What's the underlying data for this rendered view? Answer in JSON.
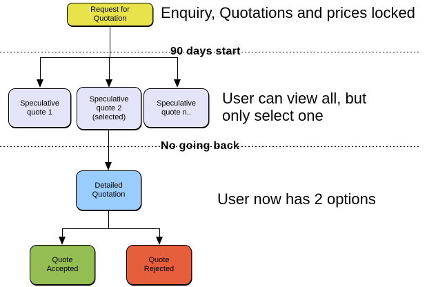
{
  "diagram": {
    "nodes": {
      "request_for_quotation": {
        "label": "Request for\nQuotation",
        "color": "#e8e24b"
      },
      "speculative_quote_1": {
        "label": "Speculative\nquote 1",
        "color": "#e4e4f8"
      },
      "speculative_quote_2": {
        "label": "Speculative\nquote 2\n(selected)",
        "color": "#e4e4f8"
      },
      "speculative_quote_n": {
        "label": "Speculative\nquote n..",
        "color": "#e4e4f8"
      },
      "detailed_quotation": {
        "label": "Detailed\nQuotation",
        "color": "#99ccff"
      },
      "quote_accepted": {
        "label": "Quote\nAccepted",
        "color": "#94be54"
      },
      "quote_rejected": {
        "label": "Quote\nRejected",
        "color": "#e65f3d"
      }
    },
    "milestones": {
      "days_90_start": "90 days start",
      "no_going_back": "No going back"
    },
    "annotations": {
      "enquiry": "Enquiry, Quotations and prices locked",
      "view_all": "User can view all, but\nonly select one",
      "two_options": "User now has 2 options"
    },
    "colors": {
      "connector": "#000000",
      "text": "#000000",
      "background": "#ffffff"
    }
  }
}
